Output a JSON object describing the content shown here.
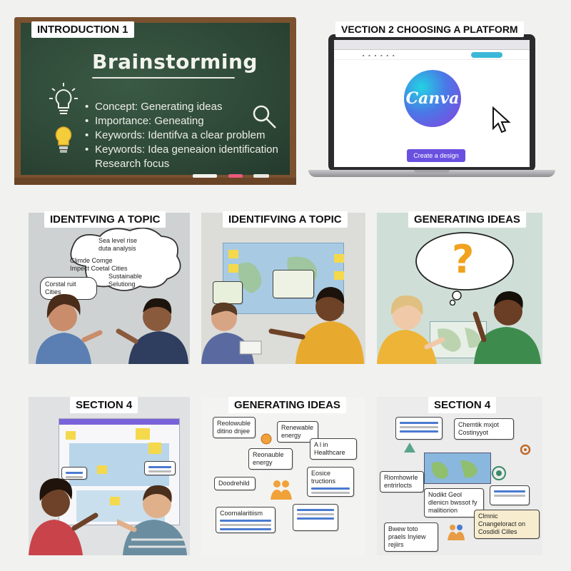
{
  "intro": {
    "label": "INTRODUCTION 1",
    "board_title": "Brainstorming",
    "bullets": [
      "Concept: Generating ideas",
      "Importance: Geneating",
      "Keywords: Identifva a clear problem",
      "Keywords: Idea geneaion identification"
    ],
    "bullet_cont": "Research focus"
  },
  "platform": {
    "label": "VECTION 2 CHOOSING A PLATFORM",
    "logo_text": "Canva",
    "button_text": "Create a design"
  },
  "topic1": {
    "label": "IDENTFVING A TOPIC",
    "bubble_a": "Sea level rise duta analysis",
    "bubble_b": "Climde Comge Impect Coetal Cities",
    "bubble_c": "Sustainable Selutiong",
    "bubble_d": "Corstal ruit Cities"
  },
  "topic2": {
    "label": "IDENTIFVING A TOPIC"
  },
  "gen1": {
    "label": "GENERATING IDEAS",
    "bubble_mark": "?"
  },
  "sec4a": {
    "label": "SECTION 4"
  },
  "gen2": {
    "label": "GENERATING IDEAS",
    "card_a": "Reolowuble ditino dnjee",
    "card_b": "Renewable energy",
    "card_c": "Reonauble energy",
    "card_d": "A l in Healthcare",
    "card_e": "Doodrehild",
    "card_f": "Eosice tructions",
    "card_g": "Coornalaritiism"
  },
  "sec4b": {
    "label": "SECTION 4",
    "card_a": "Chemtik mxjot Costinyyot",
    "card_b": "Riomhowrle entrirlocts",
    "card_c": "Nodikt Geol dlenicn bwssot fy malitiorion",
    "card_d": "Clmnic Cnangeloract on Cosdidi Cilles",
    "card_e": "Bwew toto praels Inyiew rejiirs"
  },
  "colors": {
    "chalkboard": "#2f4a38",
    "frame": "#7a5230",
    "canva_button": "#6a50e0",
    "sticky": "#f5d94c",
    "accent_blue": "#4a7bd0"
  }
}
